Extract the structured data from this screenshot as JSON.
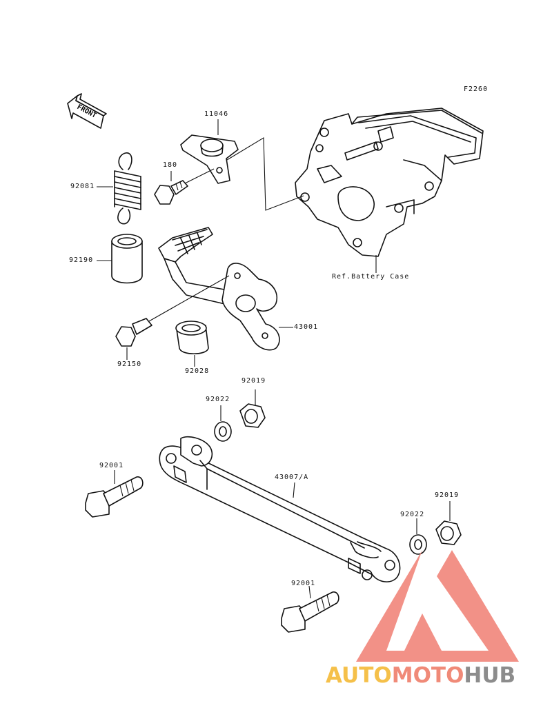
{
  "diagram_code": "F2260",
  "front_label": "FRONT",
  "reference_label": "Ref.Battery Case",
  "parts": [
    {
      "id": "p-11046",
      "number": "11046"
    },
    {
      "id": "p-180",
      "number": "180"
    },
    {
      "id": "p-92081",
      "number": "92081"
    },
    {
      "id": "p-92190",
      "number": "92190"
    },
    {
      "id": "p-43001",
      "number": "43001"
    },
    {
      "id": "p-92150",
      "number": "92150"
    },
    {
      "id": "p-92028",
      "number": "92028"
    },
    {
      "id": "p-92019-a",
      "number": "92019"
    },
    {
      "id": "p-92022-a",
      "number": "92022"
    },
    {
      "id": "p-92001-a",
      "number": "92001"
    },
    {
      "id": "p-43007",
      "number": "43007/A"
    },
    {
      "id": "p-92019-b",
      "number": "92019"
    },
    {
      "id": "p-92022-b",
      "number": "92022"
    },
    {
      "id": "p-92001-b",
      "number": "92001"
    }
  ],
  "watermark": {
    "part1": "AUTO",
    "part2": "MOTO",
    "part3": "HUB",
    "colors": {
      "auto": "#f5c04a",
      "moto": "#f08a78",
      "hub": "#8c8c8c",
      "triangle": "#f07e72"
    }
  }
}
